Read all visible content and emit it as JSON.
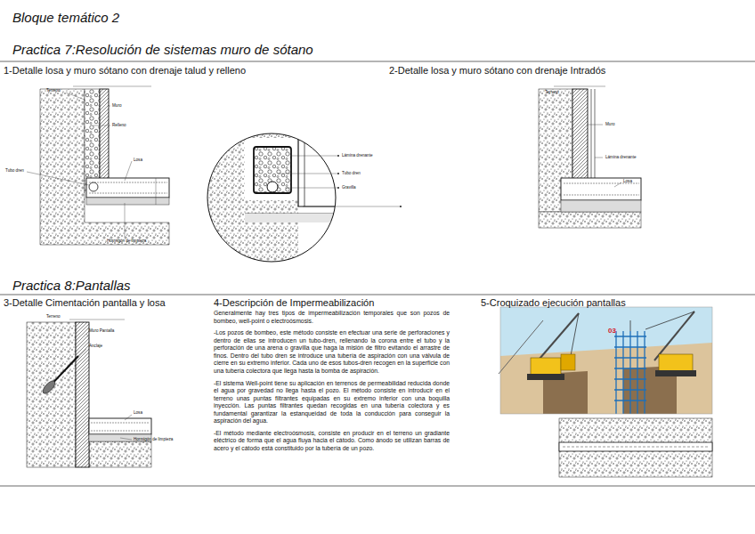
{
  "diagram": {
    "title": "Bloque temático 2",
    "labels": [
      "Practica 7:Resolución de sistemas muro de sótano",
      "1-Detalle losa y muro sótano con drenaje talud y relleno",
      "2-Detalle losa y muro sótano con drenaje Intradós",
      "Practica 8:Pantallas",
      "3-Detalle Cimentación pantalla y losa",
      "4-Descripción de Impermeabilización",
      "Generalmente hay tres tipos de impermeabilización temporales que son pozos de bombeo, well-point o electroósmosis.",
      "-Los pozos de bombeo, este método consiste en efectuar una serie de perforaciones y dentro de ellas se introducen un tubo-dren, rellenando la corona entre el tubo y la perforación de una arena o gravilla que haga la misión de filtro evitando el arrastre de finos. Dentro del tubo dren se introduce una tubería de aspiración con una válvula de cierre en su extremo inferior. Cada uno de esos tubos-dren recogen en la superficie con una tubería colectora que llega hasta la bomba de aspiración.",
      "-El sistema Well-point tiene su aplicación en terrenos de permeabilidad reducida donde el agua por gravedad no llega hasta el pozo. El método consiste en introducir en el terreno unas puntas filtrantes equipadas en su extremo inferior con una boquilla inyección. Las puntas filtrantes quedan recogidas en una tubería colectora y es fundamental garantizar la estanqueidad de toda la conducción para conseguir la aspiración del agua.",
      "-El método mediante electroósmosis, consiste en producir en el terreno un gradiante eléctrico de forma que el agua fluya hacia el cátodo. Como ánodo se utilizan barras de acero y el cátodo está constituido por la tubería de un pozo.",
      "5-Croquizado ejecución pantallas",
      "03",
      "Terreno",
      "Muro",
      "Relleno",
      "Tubo dren",
      "Losa",
      "Hormigón de limpieza",
      "Lámina drenante",
      "Tubo dren",
      "Gravilla",
      "Terreno",
      "Muro",
      "Lámina drenante",
      "Losa",
      "Terreno",
      "Muro Pantalla",
      "Anclaje",
      "Losa",
      "Hormigón de limpieza"
    ]
  }
}
